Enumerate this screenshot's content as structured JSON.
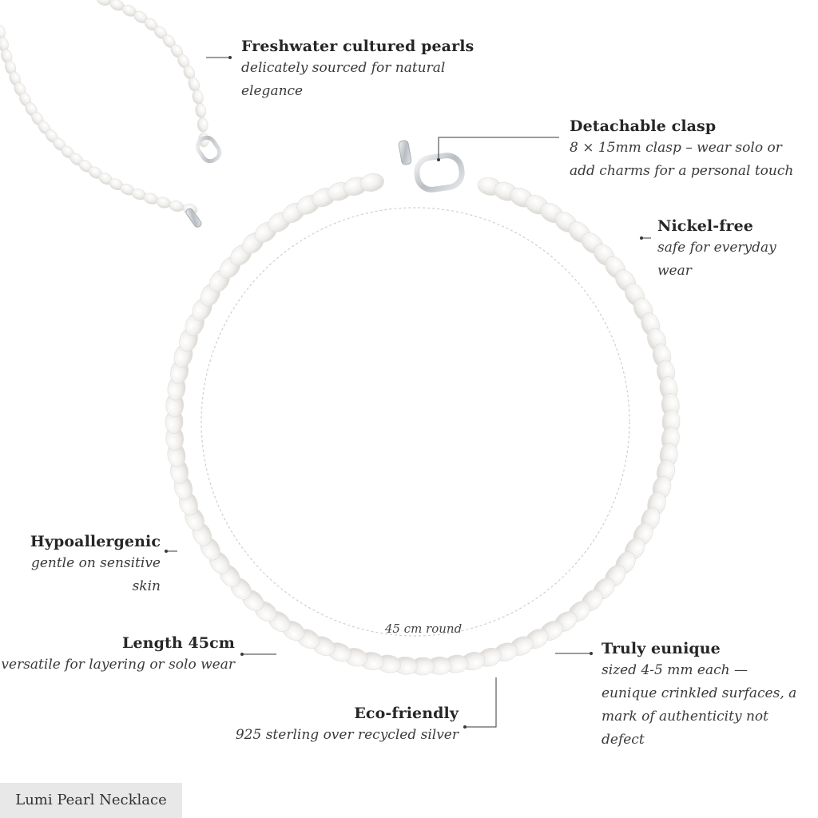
{
  "features": {
    "freshwater": {
      "title": "Freshwater cultured pearls",
      "desc1": "delicately sourced for natural",
      "desc2": "elegance"
    },
    "clasp": {
      "title": "Detachable clasp",
      "desc1": "8 × 15mm clasp – wear solo or",
      "desc2": "add charms for a personal touch"
    },
    "nickel": {
      "title": "Nickel-free",
      "desc1": "safe for everyday wear"
    },
    "hypo": {
      "title": "Hypoallergenic",
      "desc1": "gentle on sensitive skin"
    },
    "length": {
      "title": "Length 45cm",
      "desc1": "versatile for layering or solo wear"
    },
    "unique": {
      "title": "Truly eunique",
      "desc1": "sized 4-5 mm each —",
      "desc2": "eunique crinkled surfaces, a",
      "desc3": "mark of authenticity not",
      "desc4": "defect"
    },
    "eco": {
      "title": "Eco-friendly",
      "desc1": "925 sterling over recycled silver"
    }
  },
  "measurement": "45 cm round",
  "product_name": "Lumi Pearl Necklace",
  "colors": {
    "pearl": "#f2f1ef",
    "pearl_shadow": "#d6d3cf",
    "text": "#262626",
    "clasp": "#c8ccd0"
  }
}
